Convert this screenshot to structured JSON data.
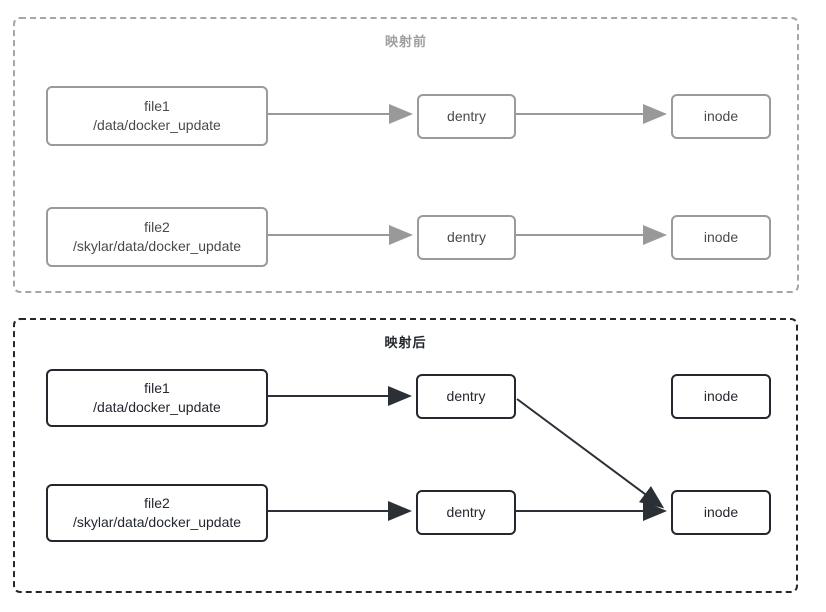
{
  "diagram": {
    "title_before": "映射前",
    "title_after": "映射后",
    "accent_before": "#999999",
    "accent_after": "#23272e",
    "before": {
      "file1": {
        "name": "file1",
        "path": "/data/docker_update"
      },
      "file2": {
        "name": "file2",
        "path": "/skylar/data/docker_update"
      },
      "dentry1": {
        "label": "dentry"
      },
      "dentry2": {
        "label": "dentry"
      },
      "inode1": {
        "label": "inode"
      },
      "inode2": {
        "label": "inode"
      }
    },
    "after": {
      "file1": {
        "name": "file1",
        "path": "/data/docker_update"
      },
      "file2": {
        "name": "file2",
        "path": "/skylar/data/docker_update"
      },
      "dentry1": {
        "label": "dentry"
      },
      "dentry2": {
        "label": "dentry"
      },
      "inode1": {
        "label": "inode"
      },
      "inode2": {
        "label": "inode"
      }
    }
  }
}
